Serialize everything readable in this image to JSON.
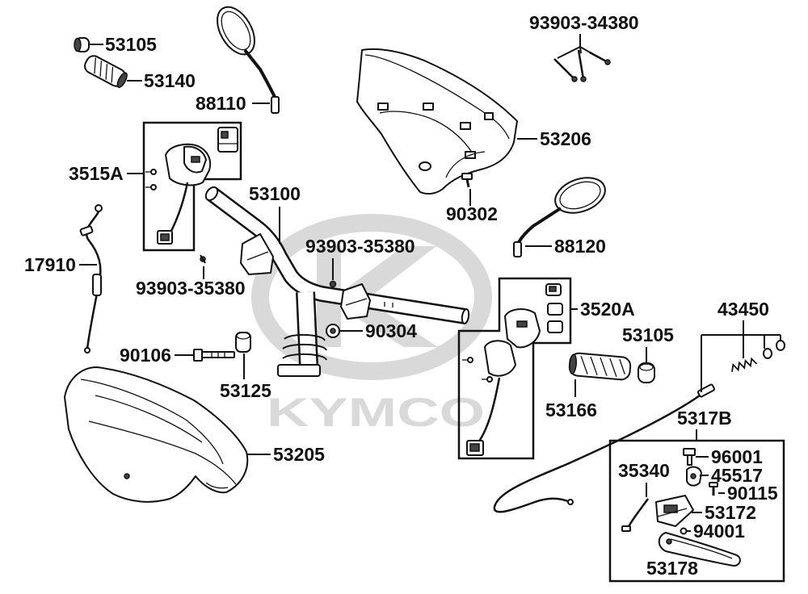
{
  "watermark": "KYMCO",
  "callouts": [
    "53105",
    "53140",
    "88110",
    "3515A",
    "53100",
    "17910",
    "93903-35380",
    "93903-35380",
    "93903-34380",
    "53206",
    "90302",
    "88120",
    "90304",
    "3520A",
    "53105",
    "43450",
    "90106",
    "53125",
    "53166",
    "5317B",
    "53205",
    "96001",
    "35340",
    "45517",
    "90115",
    "53172",
    "94001",
    "53178"
  ],
  "colors": {
    "ink": "#111111",
    "watermark": "#d9d9d9",
    "background": "#ffffff"
  }
}
